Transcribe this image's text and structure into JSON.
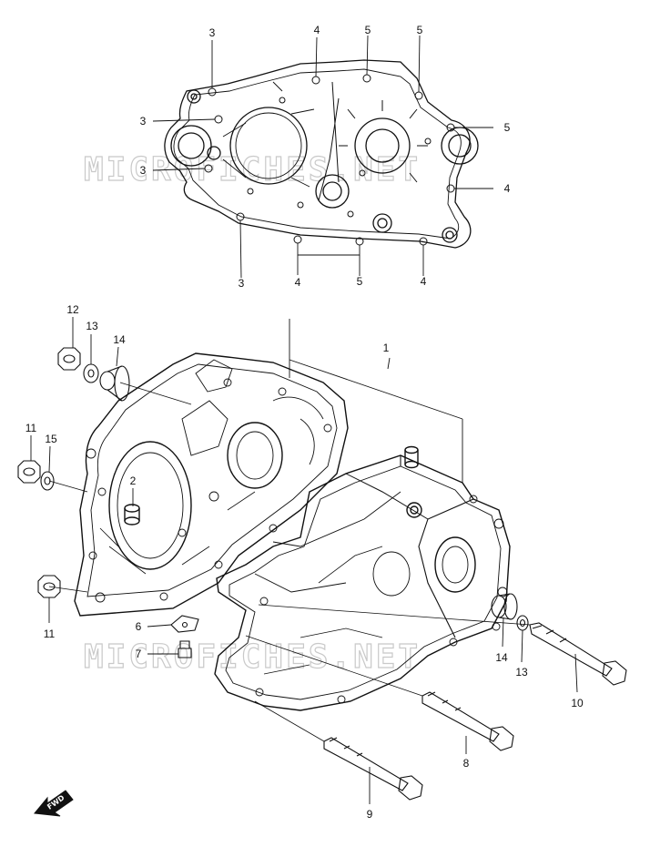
{
  "watermark": {
    "text": "MICROFICHES.NET"
  },
  "fwd_label": "FWD",
  "callouts": {
    "c1": "1",
    "c2": "2",
    "c3a": "3",
    "c3b": "3",
    "c3c": "3",
    "c3d": "3",
    "c4a": "4",
    "c4b": "4",
    "c4c": "4",
    "c4d": "4",
    "c5a": "5",
    "c5b": "5",
    "c5c": "5",
    "c5d": "5",
    "c6": "6",
    "c7": "7",
    "c8": "8",
    "c9": "9",
    "c10": "10",
    "c11a": "11",
    "c11b": "11",
    "c12": "12",
    "c13a": "13",
    "c13b": "13",
    "c14a": "14",
    "c14b": "14",
    "c15": "15"
  }
}
